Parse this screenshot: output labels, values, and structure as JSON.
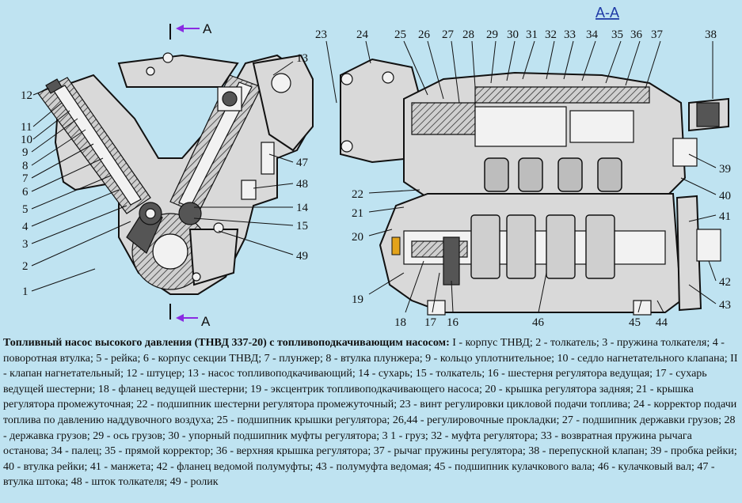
{
  "figure": {
    "section_a": "A",
    "section_aa": "А-А",
    "left_labels": [
      "1",
      "2",
      "3",
      "4",
      "5",
      "6",
      "7",
      "8",
      "9",
      "10",
      "11",
      "12",
      "13",
      "14",
      "15",
      "47",
      "48",
      "49"
    ],
    "right_labels": [
      "16",
      "17",
      "18",
      "19",
      "20",
      "21",
      "22",
      "23",
      "24",
      "25",
      "26",
      "27",
      "28",
      "29",
      "30",
      "31",
      "32",
      "33",
      "34",
      "35",
      "36",
      "37",
      "38",
      "39",
      "40",
      "41",
      "42",
      "43",
      "44",
      "45",
      "46"
    ],
    "arrow_color": "#8a2be2"
  },
  "caption": {
    "title": "Топливный насос высокого давления (ТНВД 337-20) с топливоподкачивающим насосом:",
    "text": " I - корпус ТНВД; 2 - толкатель; 3 - пружина толкателя; 4 - поворотная втулка; 5 - рейка; 6 - корпус секции ТНВД; 7 - плунжер; 8 - втулка плунжера; 9 - кольцо уплотнительное; 10 - седло нагнетательного клапана; II - клапан нагнетательный; 12 - штуцер; 13 - насос топливоподкачивающий; 14 - сухарь; 15 - толкатель; 16 - шестерня регулятора ведущая; 17 - сухарь ведущей шестерни; 18 - фланец ведущей шестерни; 19 - эксцентрик топливоподкачивающего насоса; 20 - крышка регулятора задняя; 21 - крышка регулятора промежуточная; 22 - подшипник шестерни регулятора промежуточный; 23 - винт регулировки цикловой подачи топлива; 24 - корректор подачи топлива по давлению наддувочного воздуха; 25 - подшипник крышки регулятора; 26,44 - регулировочные прокладки; 27 - подшипник державки грузов; 28 - державка грузов; 29 - ось грузов; 30 - упорный подшипник муфты регулятора; 3 1 - груз; 32 - муфта регулятора; 33 - возвратная пружина рычага останова; 34 - палец; 35 - прямой корректор; 36 - верхняя крышка регулятора; 37 - рычаг пружины регулятора; 38 - перепускной клапан; 39 - пробка рейки; 40 - втулка рейки; 41 - манжета; 42 - фланец ведомой полумуфты; 43 - полумуфта ведомая; 45 - подшипник кулачкового вала; 46 - кулачковый вал; 47 - втулка штока; 48 - шток толкателя; 49 - ролик"
  },
  "colors": {
    "background": "#bfe3f1",
    "text": "#111111",
    "arrow": "#8a2be2",
    "section_aa": "#1f3aa6"
  }
}
